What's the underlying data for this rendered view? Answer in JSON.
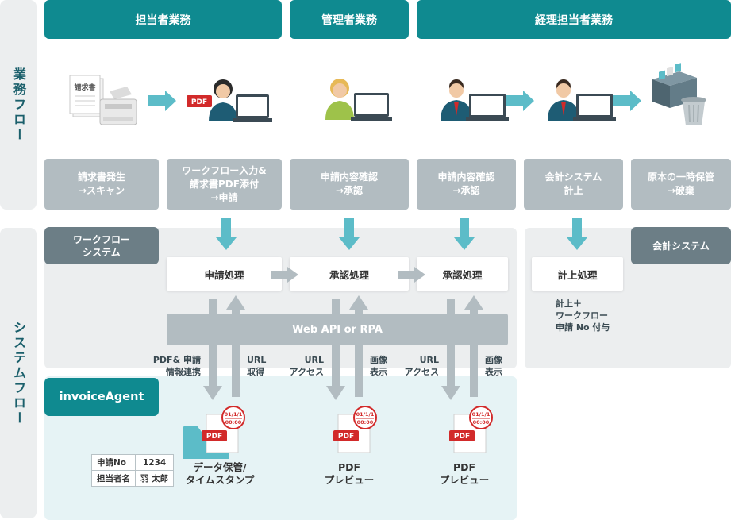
{
  "side_labels": {
    "business": "業務フロー",
    "system": "システムフロー"
  },
  "headers": [
    "担当者業務",
    "管理者業務",
    "経理担当者業務"
  ],
  "icons": {
    "invoice_text": "請求書",
    "pdf_text": "PDF"
  },
  "tasks": [
    "請求書発生\n→スキャン",
    "ワークフロー入力&\n請求書PDF添付\n→申請",
    "申請内容確認\n→承認",
    "申請内容確認\n→承認",
    "会計システム\n計上",
    "原本の一時保管\n→破棄"
  ],
  "system": {
    "workflow_label": "ワークフロー\nシステム",
    "accounting_label": "会計システム",
    "boxes": [
      "申請処理",
      "承認処理",
      "承認処理",
      "計上処理"
    ],
    "api_label": "Web API or RPA",
    "accounting_note": "計上＋\nワークフロー\n申請 No 付与",
    "arrow_labels": [
      "PDF& 申請\n情報連携",
      "URL\n取得",
      "URL\nアクセス",
      "画像\n表示",
      "URL\nアクセス",
      "画像\n表示"
    ]
  },
  "invoice_agent": {
    "label": "invoiceAgent",
    "stamp_date": "01/1/1",
    "stamp_time": "00:00",
    "captions": [
      "データ保管/\nタイムスタンプ",
      "PDF\nプレビュー",
      "PDF\nプレビュー"
    ],
    "table": {
      "rows": [
        {
          "key": "申請No",
          "value": "1234"
        },
        {
          "key": "担当者名",
          "value": "羽 太郎"
        }
      ]
    }
  },
  "colors": {
    "teal": "#0f8a90",
    "arrow": "#5cbcc8",
    "gray_arrow": "#b2bcc1",
    "stamp_red": "#d22a2a"
  }
}
